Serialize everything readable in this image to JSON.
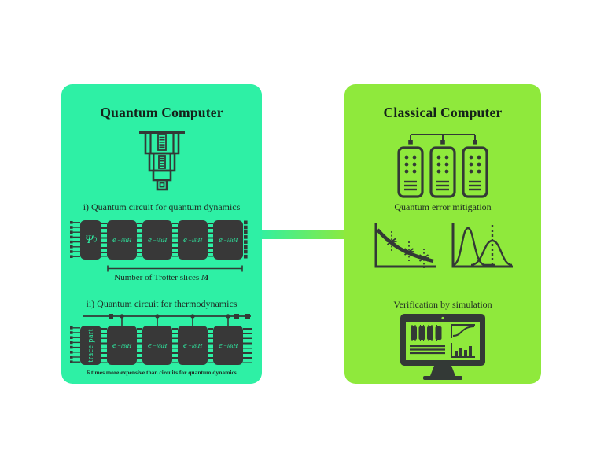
{
  "colors": {
    "background": "#ffffff",
    "quantum_panel": "#2ef0a5",
    "classical_panel": "#8fe93c",
    "ink": "#333936",
    "gate_fill": "#383838",
    "gate_text": "#2ef0a5",
    "connector_from": "#2ef0a5",
    "connector_to": "#8fe93c"
  },
  "quantum_panel": {
    "title": "Quantum Computer",
    "icon": "cryostat-icon",
    "dynamics": {
      "heading": "i) Quantum circuit for quantum dynamics",
      "init_gate_base": "Ψ",
      "init_gate_sub": "0",
      "gate_base": "e",
      "gate_sup": "−iδtH",
      "gate_count": 4,
      "bracket_label": "Number of Trotter slices ",
      "bracket_label_var": "M"
    },
    "thermo": {
      "heading": "ii) Quantum circuit for thermodynamics",
      "trace_label": "trace part",
      "gate_base": "e",
      "gate_sup": "−iδtH",
      "gate_count": 4,
      "note": "6 times more expensive than circuits for quantum dynamics"
    }
  },
  "classical_panel": {
    "title": "Classical Computer",
    "icon": "server-cluster-icon",
    "error_mitigation_label": "Quantum error mitigation",
    "chart_icons": [
      "decay-curve-error-bars-icon",
      "gaussian-peaks-icon"
    ],
    "verification_label": "Verification by simulation",
    "monitor_icon": "simulation-monitor-icon"
  },
  "connector": {
    "type": "gradient-bar"
  }
}
